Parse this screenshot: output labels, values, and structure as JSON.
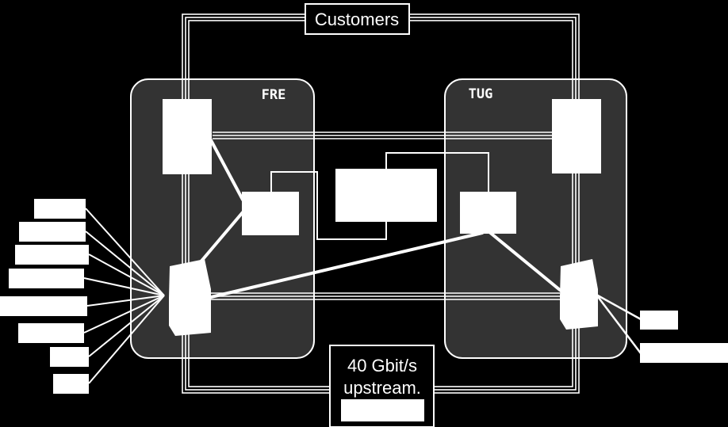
{
  "labels": {
    "customers": "Customers",
    "site_left": "FRE",
    "site_right": "TUG",
    "uplink_line1": "40 Gbit/s",
    "uplink_line2": "upstream."
  },
  "colors": {
    "background": "#000000",
    "site_fill": "#333333",
    "stroke": "#ffffff",
    "box": "#ffffff"
  }
}
